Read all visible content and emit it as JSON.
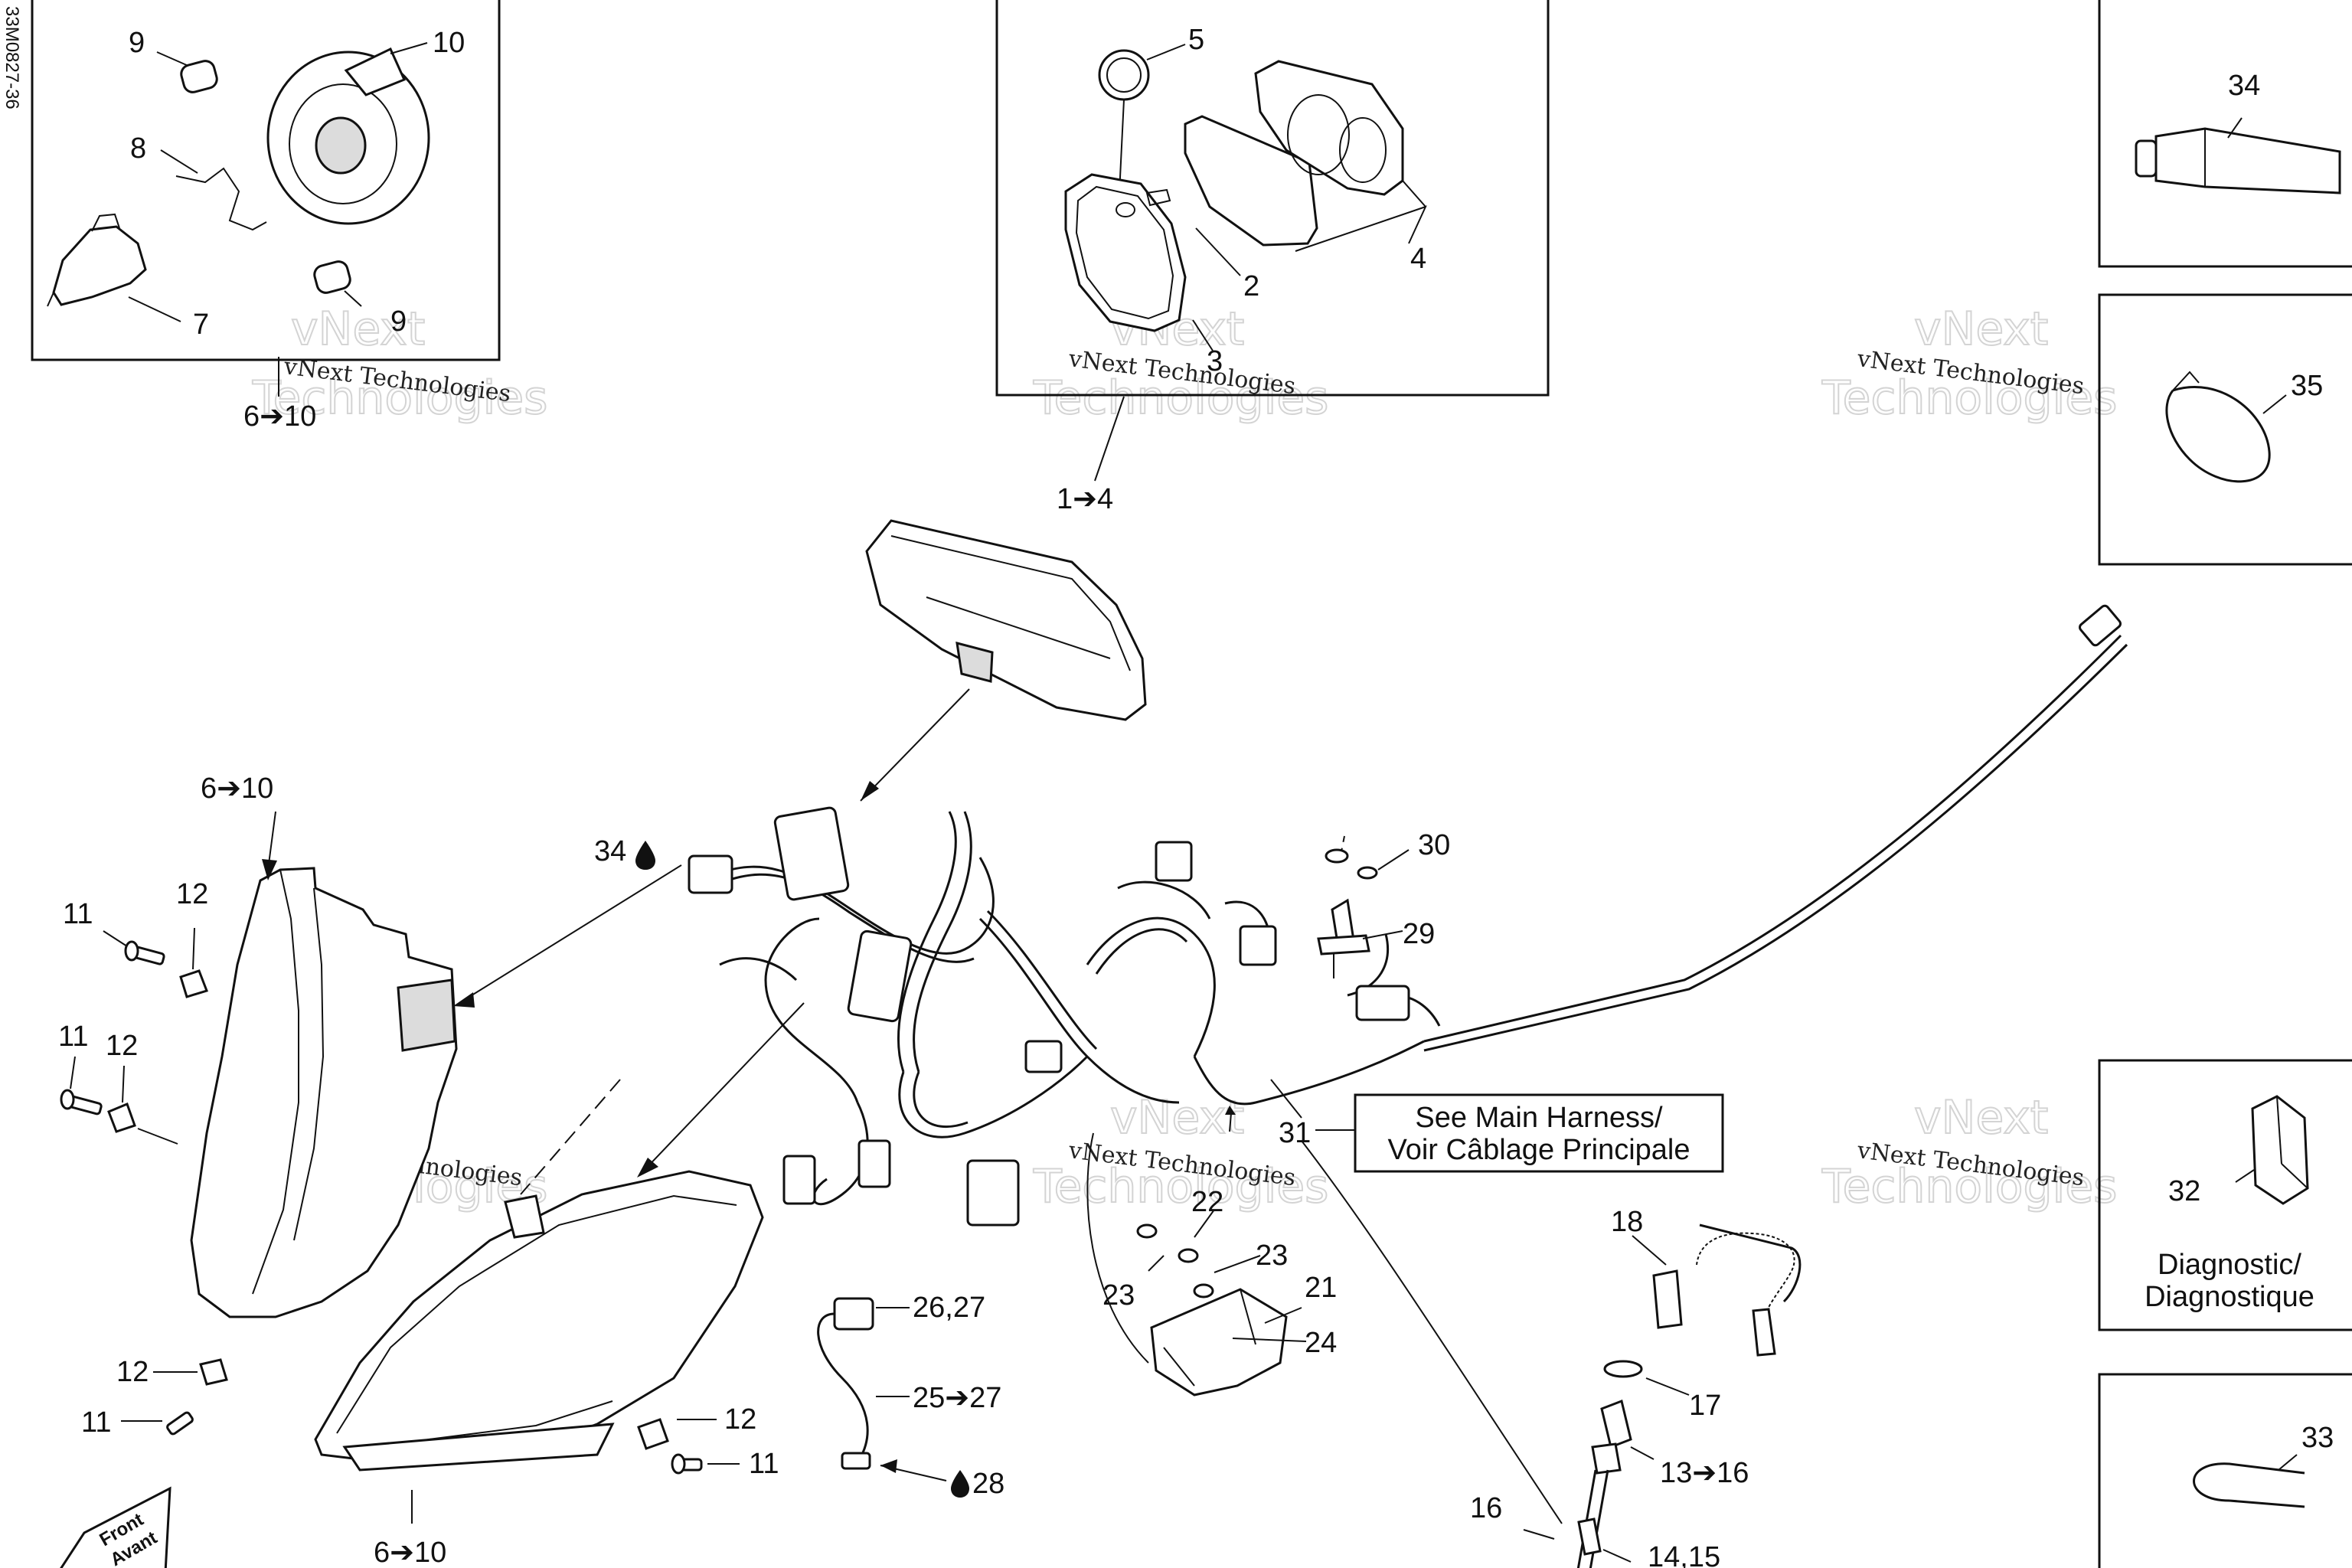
{
  "drawing_id": "33M0827-36",
  "watermark": {
    "line1": "vNext",
    "line2": "Technologies",
    "caption": "vNext Technologies"
  },
  "boxes": {
    "main_harness": {
      "line1": "See Main Harness/",
      "line2": "Voir Câblage Principale"
    },
    "diagnostic": {
      "line1": "Diagnostic/",
      "line2": "Diagnostique"
    }
  },
  "front_badge": {
    "line1": "Front",
    "line2": "Avant"
  },
  "labels": {
    "l1_4": "1➔4",
    "l2": "2",
    "l3": "3",
    "l4": "4",
    "l5": "5",
    "l6_10_tl": "6➔10",
    "l6_10_head": "6➔10",
    "l6_10_bottom": "6➔10",
    "l7": "7",
    "l8": "8",
    "l9_top": "9",
    "l9_bot": "9",
    "l10": "10",
    "l11_a": "11",
    "l11_b": "11",
    "l11_c": "11",
    "l11_d": "11",
    "l12_a": "12",
    "l12_b": "12",
    "l12_c": "12",
    "l12_d": "12",
    "l13_16": "13➔16",
    "l14_15": "14,15",
    "l16": "16",
    "l17": "17",
    "l18": "18",
    "l21": "21",
    "l22": "22",
    "l23_a": "23",
    "l23_b": "23",
    "l24": "24",
    "l25_27": "25➔27",
    "l26_27": "26,27",
    "l28": "28",
    "l29": "29",
    "l30": "30",
    "l31": "31",
    "l32": "32",
    "l33": "33",
    "l34_main": "34",
    "l34_box": "34",
    "l35": "35"
  },
  "colors": {
    "line": "#111111",
    "background": "#ffffff",
    "watermark": "#d4d4d4"
  }
}
